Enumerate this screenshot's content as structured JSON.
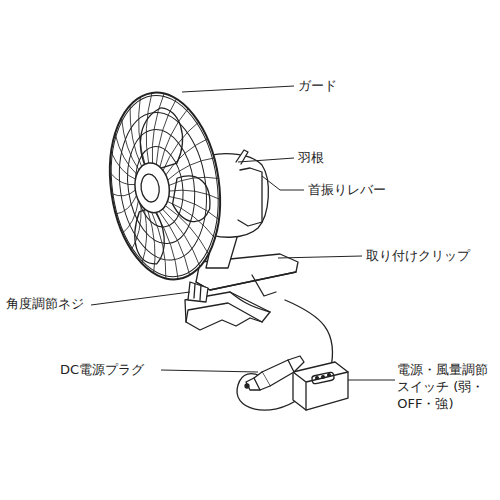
{
  "diagram": {
    "labels": [
      "ガード",
      "羽根",
      "首振りレバー",
      "取り付けクリップ",
      "角度調節ネジ",
      "DC電源プラグ",
      "電源・風量調節 スイッチ (弱・OFF・強)"
    ]
  }
}
